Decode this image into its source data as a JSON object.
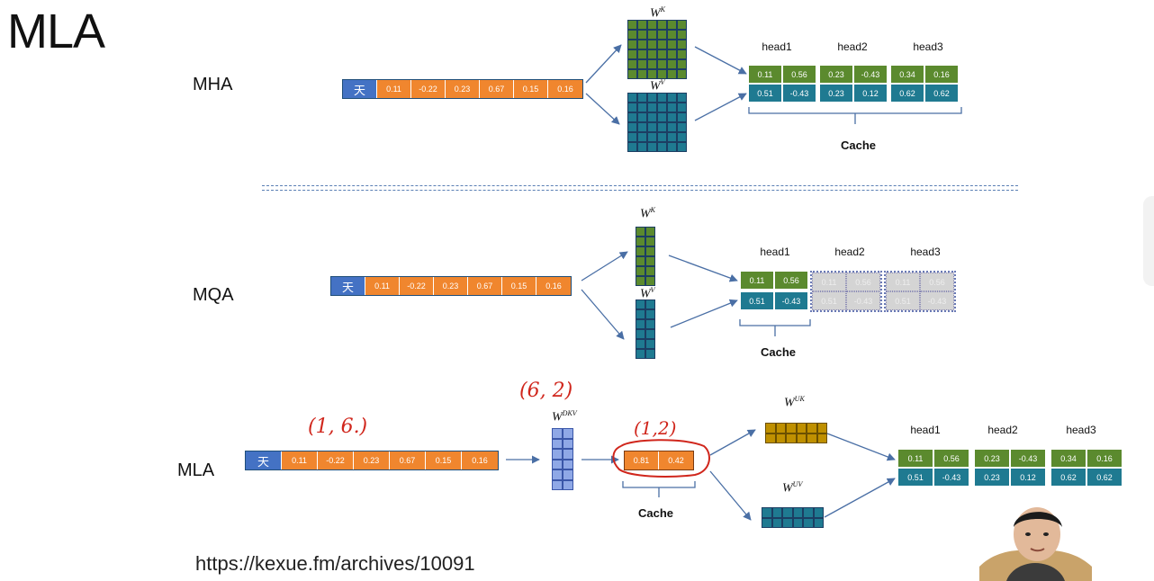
{
  "title": "MLA",
  "url": "https://kexue.fm/archives/10091",
  "token": {
    "char": "天",
    "values": [
      "0.11",
      "-0.22",
      "0.23",
      "0.67",
      "0.15",
      "0.16"
    ]
  },
  "rows": {
    "mha": {
      "label": "MHA"
    },
    "mqa": {
      "label": "MQA"
    },
    "mla": {
      "label": "MLA"
    }
  },
  "weights": {
    "wk": "W",
    "wk_sup": "K",
    "wv": "W",
    "wv_sup": "V",
    "wdkv": "W",
    "wdkv_sup": "DKV",
    "wuk": "W",
    "wuk_sup": "UK",
    "wuv": "W",
    "wuv_sup": "UV"
  },
  "heads": {
    "labels": [
      "head1",
      "head2",
      "head3"
    ],
    "key_values": [
      [
        "0.11",
        "0.56"
      ],
      [
        "0.23",
        "-0.43"
      ],
      [
        "0.34",
        "0.16"
      ]
    ],
    "value_values": [
      [
        "0.51",
        "-0.43"
      ],
      [
        "0.23",
        "0.12"
      ],
      [
        "0.62",
        "0.62"
      ]
    ],
    "mqa_ghost_key": [
      [
        "0.11",
        "0.56"
      ],
      [
        "0.11",
        "0.56"
      ]
    ],
    "mqa_ghost_value": [
      [
        "0.51",
        "-0.43"
      ],
      [
        "0.51",
        "-0.43"
      ]
    ]
  },
  "latent": [
    "0.81",
    "0.42"
  ],
  "cache_label": "Cache",
  "annotations": {
    "shape_input": "(1, 6.)",
    "shape_wdkv": "(6, 2)",
    "shape_latent": "(1,2)"
  },
  "colors": {
    "token_orange": "#f0862e",
    "token_blue": "#4472c4",
    "key_green": "#5b8a2e",
    "value_teal": "#1f7a91",
    "wdkv_blue": "#8fa8e6",
    "wuk_gold": "#bf9000",
    "arrow": "#4a6fa5",
    "annotation_red": "#d0261c"
  }
}
